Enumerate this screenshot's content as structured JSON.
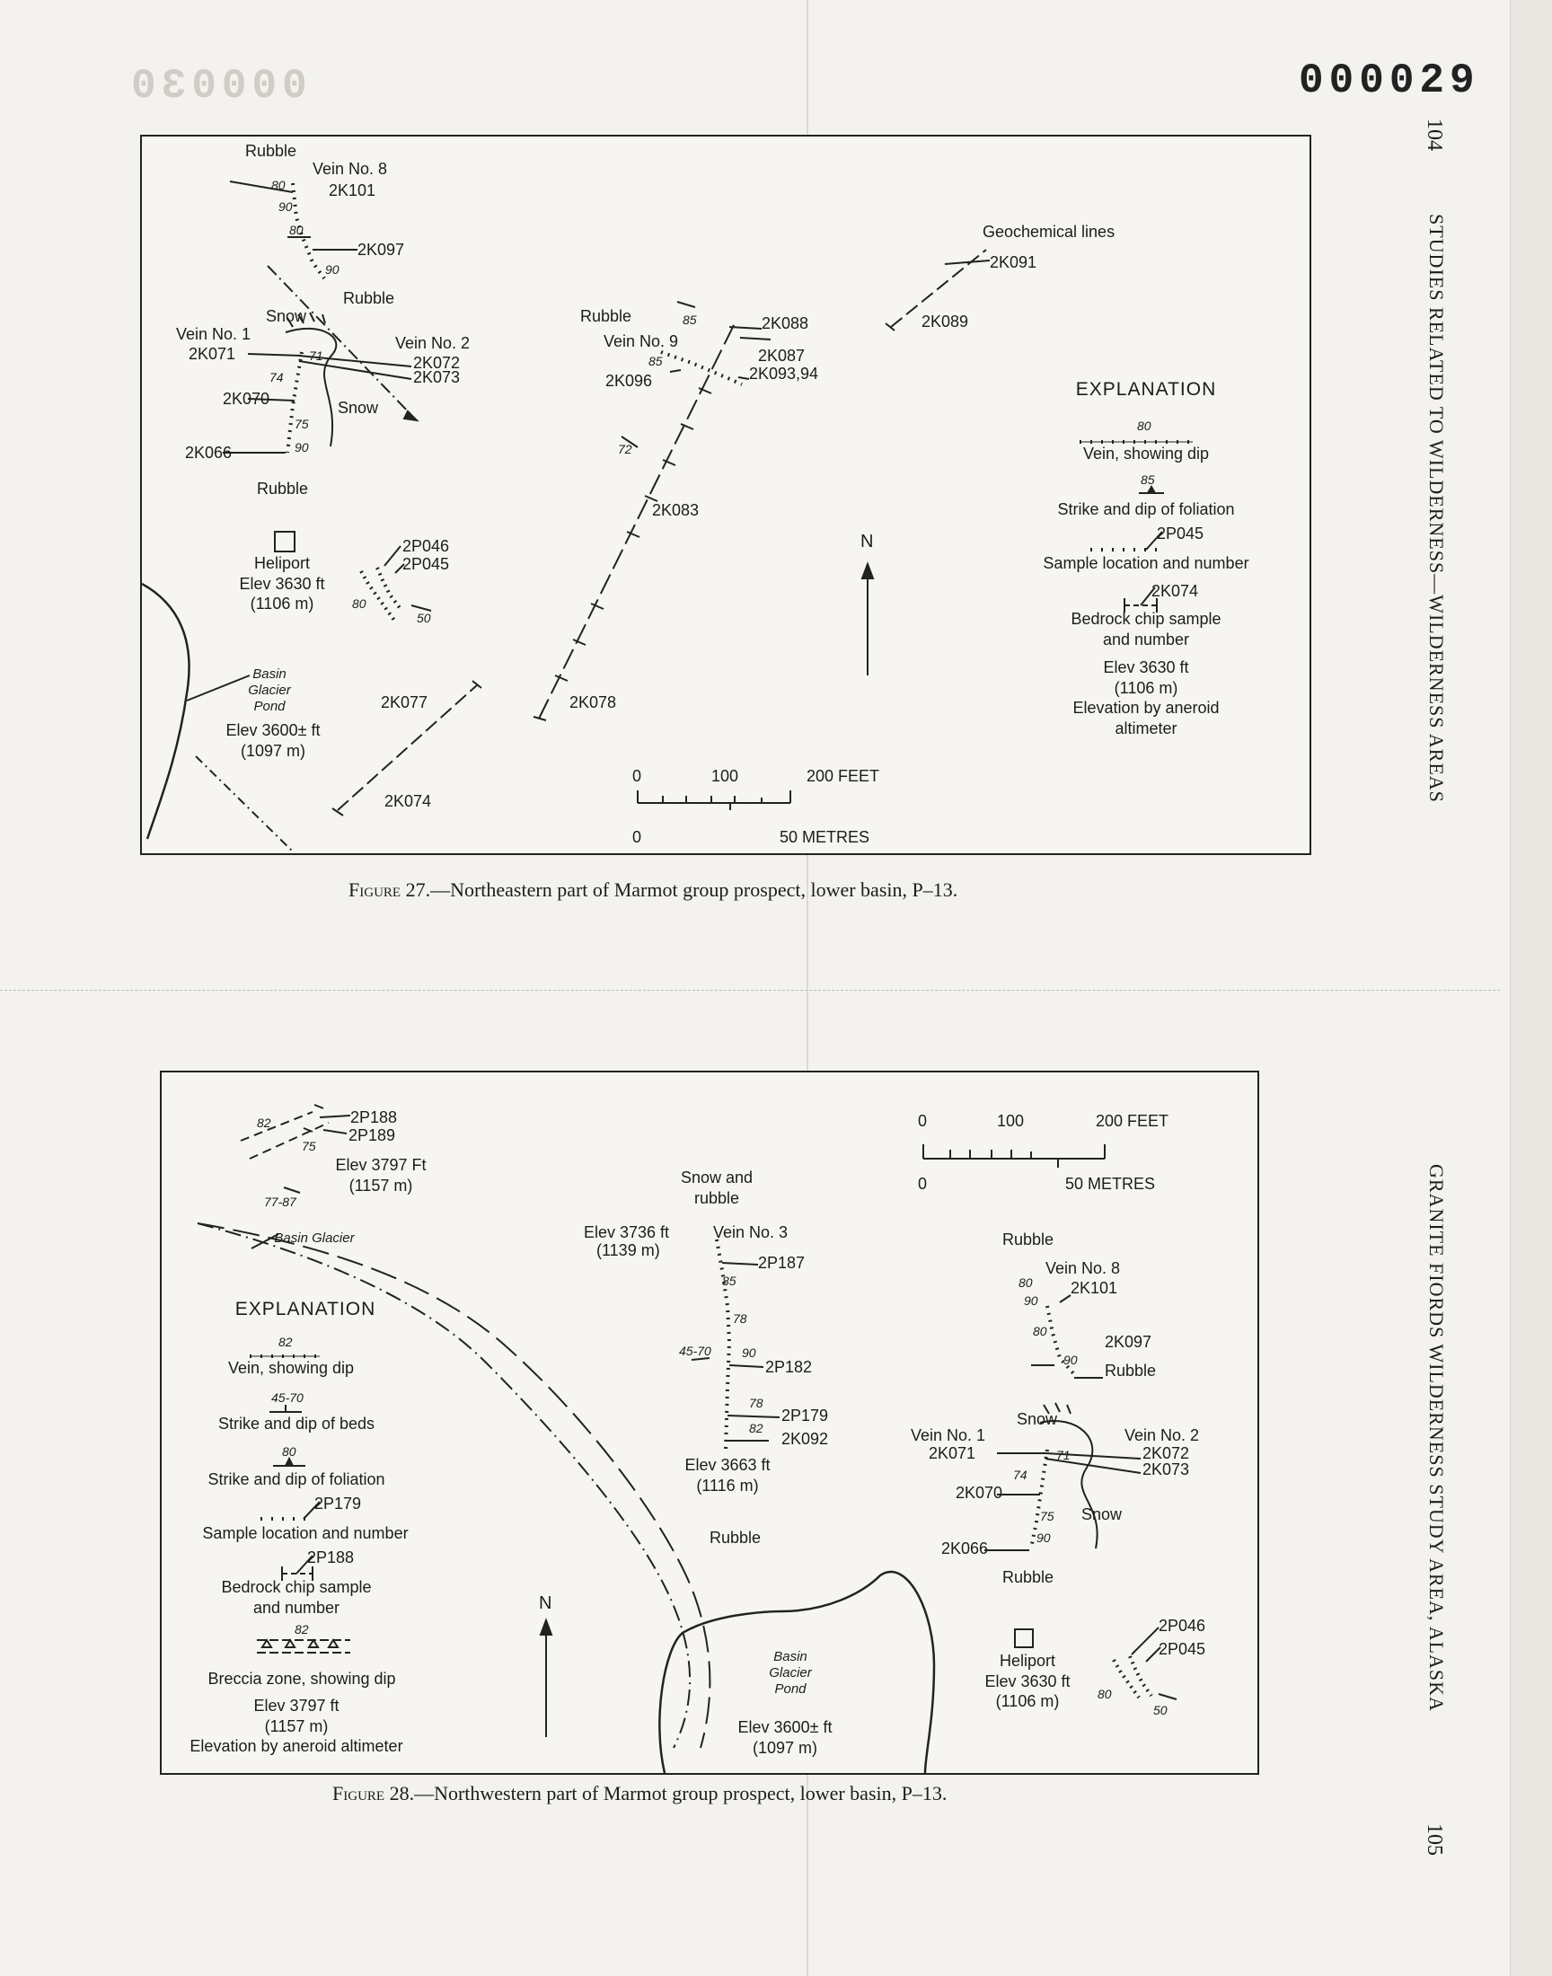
{
  "page": {
    "stamp": "000029",
    "ghost_stamp": "000030",
    "running_head_top": "STUDIES RELATED TO WILDERNESS—WILDERNESS AREAS",
    "page_number_top": "104",
    "running_head_bottom": "GRANITE FIORDS WILDERNESS STUDY AREA, ALASKA",
    "page_number_bottom": "105"
  },
  "figure27": {
    "caption_label": "Figure 27.",
    "caption_text": "—Northeastern part of Marmot group prospect, lower basin, P–13.",
    "labels": {
      "rubble_top": "Rubble",
      "vein8": "Vein No. 8",
      "s2K101": "2K101",
      "s2K097": "2K097",
      "rubble_mid": "Rubble",
      "snow1": "Snow",
      "vein1": "Vein No. 1",
      "s2K071": "2K071",
      "vein2": "Vein No. 2",
      "s2K072": "2K072",
      "s2K073": "2K073",
      "s2K070": "2K070",
      "snow2": "Snow",
      "s2K066": "2K066",
      "rubble_low": "Rubble",
      "heliport": "Heliport",
      "heliport_elev": "Elev 3630 ft",
      "heliport_m": "(1106 m)",
      "s2P046": "2P046",
      "s2P045": "2P045",
      "pond1": "Basin",
      "pond2": "Glacier",
      "pond3": "Pond",
      "pond_elev": "Elev 3600± ft",
      "pond_m": "(1097 m)",
      "s2K077": "2K077",
      "s2K074": "2K074",
      "s2K078": "2K078",
      "s2K083": "2K083",
      "rubble_v9": "Rubble",
      "vein9": "Vein No. 9",
      "s2K088": "2K088",
      "s2K087": "2K087",
      "s2K096": "2K096",
      "s2K093": "2K093,94",
      "geochem": "Geochemical lines",
      "s2K091": "2K091",
      "s2K089": "2K089",
      "north": "N"
    },
    "dips": {
      "d80a": "80",
      "d90a": "90",
      "d80b": "80",
      "d90b": "90",
      "d71": "71",
      "d74": "74",
      "d75": "75",
      "d90c": "90",
      "d80c": "80",
      "d50": "50",
      "d85a": "85",
      "d85b": "85",
      "d72": "72"
    },
    "scale": {
      "f0": "0",
      "f100": "100",
      "f200": "200 FEET",
      "m0": "0",
      "m50": "50 METRES"
    },
    "explanation": {
      "title": "EXPLANATION",
      "vein_dip": "80",
      "vein": "Vein, showing dip",
      "fol_dip": "85",
      "foliation": "Strike and dip of foliation",
      "sample_no": "2P045",
      "sample": "Sample location and number",
      "chip_no": "2K074",
      "chip1": "Bedrock chip sample",
      "chip2": "and number",
      "elev1": "Elev 3630 ft",
      "elev2": "(1106 m)",
      "elev3": "Elevation by aneroid",
      "elev4": "altimeter"
    }
  },
  "figure28": {
    "caption_label": "Figure 28.",
    "caption_text": "—Northwestern part of Marmot group prospect, lower basin, P–13.",
    "labels": {
      "s2P188": "2P188",
      "s2P189": "2P189",
      "elev3797": "Elev 3797 Ft",
      "elev3797m": "(1157 m)",
      "basin_glacier": "Basin Glacier",
      "snow_rubble1": "Snow and",
      "snow_rubble2": "rubble",
      "elev3736": "Elev 3736 ft",
      "vein3": "Vein No. 3",
      "elev3736m": "(1139 m)",
      "s2P187": "2P187",
      "s2P182": "2P182",
      "s2P179": "2P179",
      "s2K092": "2K092",
      "elev3663": "Elev 3663 ft",
      "elev3663m": "(1116 m)",
      "rubble_c": "Rubble",
      "rubble_r1": "Rubble",
      "vein8": "Vein No. 8",
      "s2K101": "2K101",
      "s2K097": "2K097",
      "rubble_r2": "Rubble",
      "snow1": "Snow",
      "vein1": "Vein No. 1",
      "s2K071": "2K071",
      "vein2": "Vein No. 2",
      "s2K072": "2K072",
      "s2K073": "2K073",
      "s2K070": "2K070",
      "snow2": "Snow",
      "s2K066": "2K066",
      "rubble_r3": "Rubble",
      "heliport": "Heliport",
      "heliport_elev": "Elev 3630 ft",
      "heliport_m": "(1106 m)",
      "s2P046": "2P046",
      "s2P045": "2P045",
      "pond1": "Basin",
      "pond2": "Glacier",
      "pond3": "Pond",
      "pond_elev": "Elev 3600± ft",
      "pond_m": "(1097 m)",
      "north": "N"
    },
    "dips": {
      "d82": "82",
      "d75a": "75",
      "d7787": "77-87",
      "d85": "85",
      "d78a": "78",
      "d4570": "45-70",
      "d90a": "90",
      "d78b": "78",
      "d82b": "82",
      "d80a": "80",
      "d90b": "90",
      "d80b": "80",
      "d90c": "90",
      "d71": "71",
      "d74": "74",
      "d75b": "75",
      "d90d": "90",
      "d80c": "80",
      "d50": "50"
    },
    "scale": {
      "f0": "0",
      "f100": "100",
      "f200": "200 FEET",
      "m0": "0",
      "m50": "50 METRES"
    },
    "explanation": {
      "title": "EXPLANATION",
      "vein_dip": "82",
      "vein": "Vein, showing dip",
      "beds_dip": "45-70",
      "beds": "Strike and dip of beds",
      "fol_dip": "80",
      "foliation": "Strike and dip of foliation",
      "sample_no": "2P179",
      "sample": "Sample location and number",
      "chip_no": "2P188",
      "chip1": "Bedrock chip sample",
      "chip2": "and number",
      "breccia_dip": "82",
      "breccia": "Breccia zone, showing dip",
      "elev1": "Elev 3797 ft",
      "elev2": "(1157 m)",
      "elev3": "Elevation by aneroid altimeter"
    }
  }
}
